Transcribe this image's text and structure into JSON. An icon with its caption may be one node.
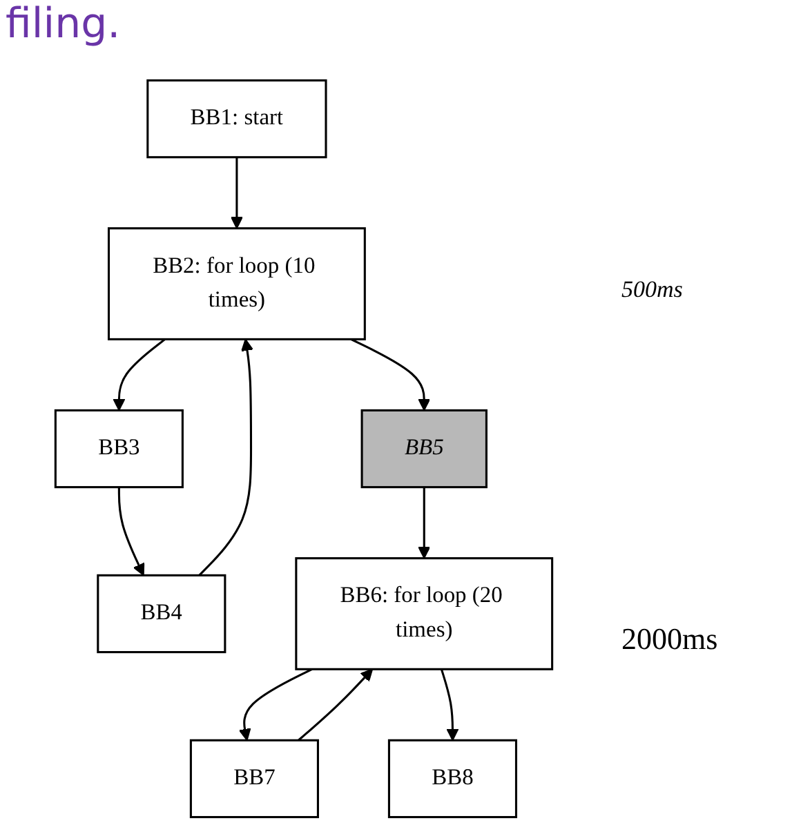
{
  "diagram": {
    "nodes": [
      {
        "text": [
          "BB1: start"
        ]
      },
      {
        "text": [
          "BB2: for loop (10 times)"
        ]
      },
      {
        "text": [
          "BB3"
        ]
      },
      {
        "text": [
          "BB4"
        ]
      },
      {
        "text": [
          "BB5"
        ]
      },
      {
        "text": [
          "BB6: for loop (20 times)"
        ]
      },
      {
        "text": [
          "BB7"
        ]
      },
      {
        "text": [
          "BB8"
        ]
      }
    ],
    "edges": [
      {
        "from": 0,
        "to": 1,
        "arrow": "to"
      },
      {
        "from": 1,
        "to": 2,
        "arrow": "to"
      },
      {
        "from": 2,
        "to": 3,
        "arrow": "to"
      },
      {
        "from": 3,
        "to": 1,
        "arrow": "to"
      },
      {
        "from": 1,
        "to": 4,
        "arrow": "to"
      },
      {
        "from": 4,
        "to": 5,
        "arrow": "to"
      },
      {
        "from": 6,
        "to": 5,
        "arrow": "to"
      },
      {
        "from": 5,
        "to": 6,
        "arrow": "to"
      },
      {
        "from": 5,
        "to": 7,
        "arrow": "to"
      }
    ],
    "labels": [
      "filing.",
      "500ms",
      "2000ms"
    ]
  }
}
